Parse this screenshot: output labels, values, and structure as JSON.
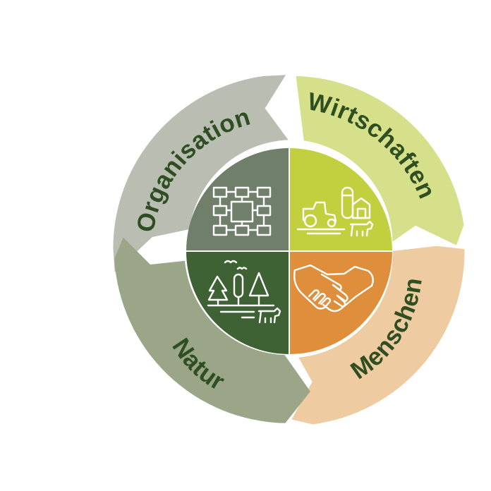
{
  "diagram": {
    "segments": [
      {
        "id": "organisation",
        "label": "Organisation",
        "color": "#b9bdb2"
      },
      {
        "id": "wirtschaften",
        "label": "Wirtschaften",
        "color": "#d6e08a"
      },
      {
        "id": "menschen",
        "label": "Menschen",
        "color": "#efcba2"
      },
      {
        "id": "natur",
        "label": "Natur",
        "color": "#9ba689"
      }
    ],
    "quadrants": [
      {
        "id": "organisation",
        "color": "#6f7f6a",
        "icon": "org-chart-icon"
      },
      {
        "id": "wirtschaften",
        "color": "#c2d03f",
        "icon": "farm-tractor-icon"
      },
      {
        "id": "natur",
        "color": "#3e6234",
        "icon": "forest-cow-icon"
      },
      {
        "id": "menschen",
        "color": "#df8e3b",
        "icon": "handshake-icon"
      }
    ],
    "label_color": "#2f4f22"
  }
}
